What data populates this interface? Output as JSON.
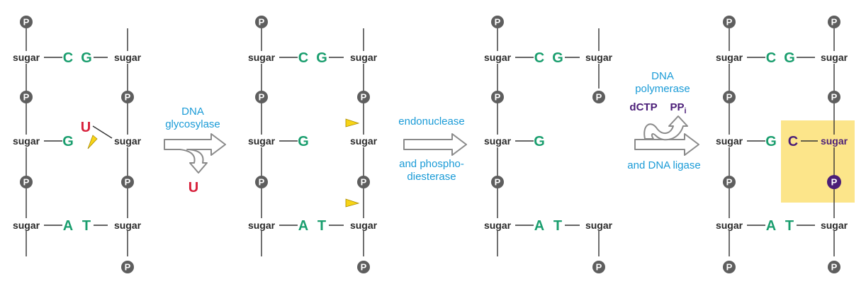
{
  "labels": {
    "sugar": "sugar",
    "phosphate": "P"
  },
  "bases": {
    "C": "C",
    "G": "G",
    "A": "A",
    "T": "T",
    "U": "U"
  },
  "enzymes": {
    "glycosylase_line1": "DNA",
    "glycosylase_line2": "glycosylase",
    "released_base": "U",
    "endonuclease_line1": "endonuclease",
    "endonuclease_line2": "and phospho-",
    "endonuclease_line3": "diesterase",
    "polymerase_line1": "DNA",
    "polymerase_line2": "polymerase",
    "substrate": "dCTP",
    "byproduct_main": "PP",
    "byproduct_sub": "i",
    "ligase": "and DNA  ligase"
  },
  "colors": {
    "base_green": "#1a9e6e",
    "uracil_red": "#d71f3a",
    "enzyme_blue": "#1a9bd7",
    "new_purple": "#4b1e78",
    "phosphate_gray": "#5e5e5e",
    "highlight_yellow": "#fce58a",
    "cut_marker_yellow": "#f7d417"
  }
}
